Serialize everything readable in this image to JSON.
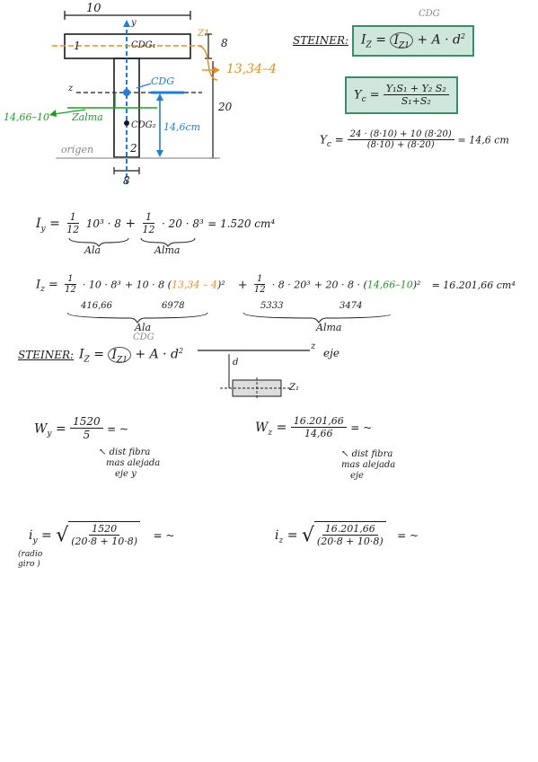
{
  "diagram": {
    "top_width": "10",
    "axis_y": "y",
    "flange_height": "8",
    "flange_label": "1",
    "web_label": "2",
    "cdg1": "CDG₁",
    "cdg_label": "CDG",
    "cdg2": "CDG₂",
    "axis_z": "z",
    "z1_dim": "Z1",
    "orange_dist": "13,34–4",
    "web_height": "20",
    "green_dist": "14,66–10",
    "z_alma": "Zalma",
    "blue_dist": "14,6cm",
    "origin": "origen",
    "bottom_width": "8"
  },
  "steiner_top": {
    "title": "STEINER:",
    "cdg_note": "CDG",
    "lhs": "I",
    "lhs_sub": "Z",
    "term1": "I",
    "term1_sub": "Z1",
    "plus": "+ A · d",
    "sq": "2"
  },
  "yc_box": {
    "lhs": "Y",
    "lhs_sub": "c",
    "num": "Y₁S₁ + Y₂ S₂",
    "den": "S₁+S₂"
  },
  "yc_calc": {
    "lhs": "Y",
    "lhs_sub": "c",
    "num": "24 · (8·10) + 10 (8·20)",
    "den": "(8·10) + (8·20)",
    "result": "= 14,6 cm"
  },
  "iy": {
    "lhs": "I",
    "lhs_sub": "y",
    "f1_num": "1",
    "f1_den": "12",
    "t1": "10³ · 8",
    "plus": "+",
    "f2_num": "1",
    "f2_den": "12",
    "t2": "· 20 · 8³",
    "result": "= 1.520 cm⁴",
    "label_ala": "Ala",
    "label_alma": "Alma"
  },
  "iz": {
    "lhs": "I",
    "lhs_sub": "z",
    "f1_num": "1",
    "f1_den": "12",
    "t1": "· 10 · 8³",
    "t2a": "+ 10 · 8 (",
    "t2_orange": "13,34 – 4",
    "t2b": ")²",
    "plus": "+",
    "f3_num": "1",
    "f3_den": "12",
    "t3": "· 8 · 20³",
    "t4a": "+ 20 · 8 · (",
    "t4_green": "14,66–10",
    "t4b": ")²",
    "result": "= 16.201,66 cm⁴",
    "v1": "416,66",
    "v2": "6978",
    "v3": "5333",
    "v4": "3474",
    "label_ala": "Ala",
    "label_alma": "Alma"
  },
  "steiner_mid": {
    "title": "STEINER:",
    "cdg_note": "CDG",
    "lhs": "I",
    "lhs_sub": "Z",
    "term1": "I",
    "term1_sub": "Z1",
    "plus": "+ A · d",
    "sq": "2",
    "axis_z": "z",
    "eje": "eje",
    "d": "d",
    "z1": "Z₁"
  },
  "wy": {
    "lhs": "W",
    "lhs_sub": "y",
    "num": "1520",
    "den": "5",
    "eq": "= ~",
    "note1": "dist",
    "note2": "fibra",
    "note3": "mas",
    "note4": "alejada",
    "note5": "eje y"
  },
  "wz": {
    "lhs": "W",
    "lhs_sub": "z",
    "num": "16.201,66",
    "den": "14,66",
    "eq": "= ~",
    "note1": "dist",
    "note2": "fibra",
    "note3": "mas",
    "note4": "alejada",
    "note5": "eje"
  },
  "iy_radius": {
    "lhs": "i",
    "lhs_sub": "y",
    "num": "1520",
    "den": "(20·8 + 10·8)",
    "eq": "= ~",
    "note1": "(radio",
    "note2": "giro )"
  },
  "iz_radius": {
    "lhs": "i",
    "lhs_sub": "z",
    "num": "16.201,66",
    "den": "(20·8 + 10·8)",
    "eq": "= ~"
  }
}
